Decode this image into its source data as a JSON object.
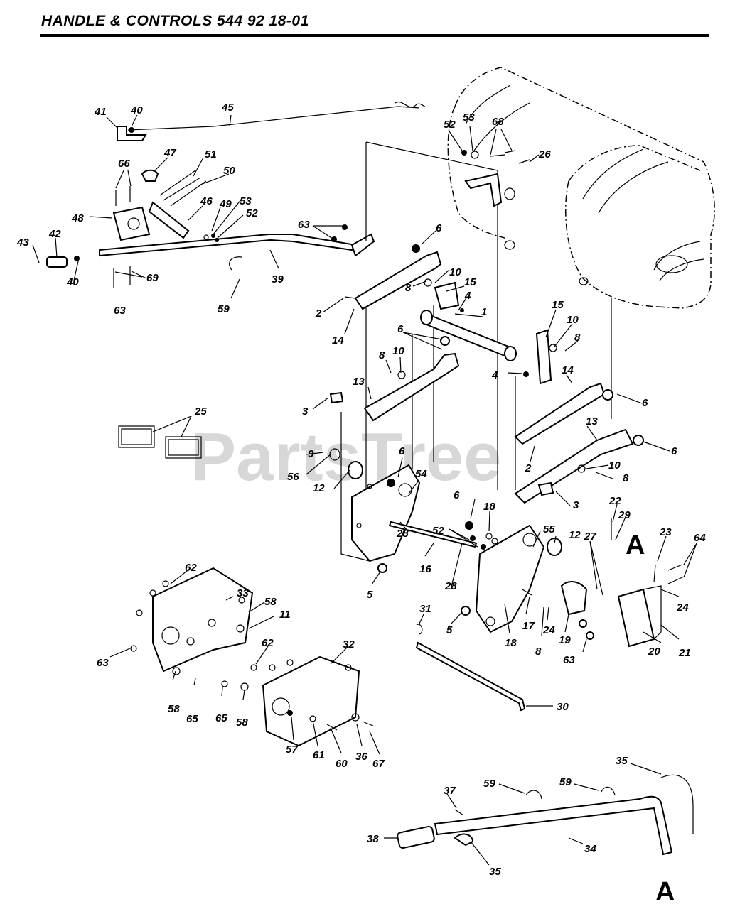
{
  "title": "HANDLE & CONTROLS  544 92 18-01",
  "watermark": {
    "text": "PartsTree",
    "tm": "™"
  },
  "view_markers": [
    "A",
    "A"
  ],
  "callouts": {
    "c41": "41",
    "c40a": "40",
    "c45": "45",
    "c47": "47",
    "c51": "51",
    "c66": "66",
    "c50": "50",
    "c46": "46",
    "c49": "49",
    "c53a": "53",
    "c52a": "52",
    "c48": "48",
    "c43": "43",
    "c42": "42",
    "c40b": "40",
    "c69": "69",
    "c63a": "63",
    "c59a": "59",
    "c39": "39",
    "c63b": "63",
    "c52b": "52",
    "c53b": "53",
    "c68": "68",
    "c26": "26",
    "c6a": "6",
    "c10a": "10",
    "c8a": "8",
    "c15a": "15",
    "c4a": "4",
    "c1": "1",
    "c2a": "2",
    "c14a": "14",
    "c6b": "6",
    "c8b": "8",
    "c10b": "10",
    "c13a": "13",
    "c3a": "3",
    "c15b": "15",
    "c10c": "10",
    "c8c": "8",
    "c4b": "4",
    "c14b": "14",
    "c6c": "6",
    "c13b": "13",
    "c6d": "6",
    "c10d": "10",
    "c8d": "8",
    "c2b": "2",
    "c3b": "3",
    "c25": "25",
    "c9": "9",
    "c56": "56",
    "c12a": "12",
    "c6e": "6",
    "c54": "54",
    "c6f": "6",
    "c18a": "18",
    "c52c": "52",
    "c28a": "28",
    "c5a": "5",
    "c16": "16",
    "c28b": "28",
    "c55": "55",
    "c12b": "12",
    "c22": "22",
    "c29": "29",
    "c23": "23",
    "c64": "64",
    "c27": "27",
    "c24a": "24",
    "c24b": "24",
    "c17": "17",
    "c8e": "8",
    "c19": "19",
    "c5b": "5",
    "c18b": "18",
    "c20": "20",
    "c21": "21",
    "c63c": "63",
    "c62a": "62",
    "c33": "33",
    "c58a": "58",
    "c11": "11",
    "c63d": "63",
    "c58b": "58",
    "c65a": "65",
    "c62b": "62",
    "c32": "32",
    "c65b": "65",
    "c58c": "58",
    "c57": "57",
    "c61": "61",
    "c60": "60",
    "c36": "36",
    "c67": "67",
    "c31": "31",
    "c30": "30",
    "c35a": "35",
    "c37": "37",
    "c59b": "59",
    "c59c": "59",
    "c38": "38",
    "c34": "34",
    "c35b": "35"
  }
}
